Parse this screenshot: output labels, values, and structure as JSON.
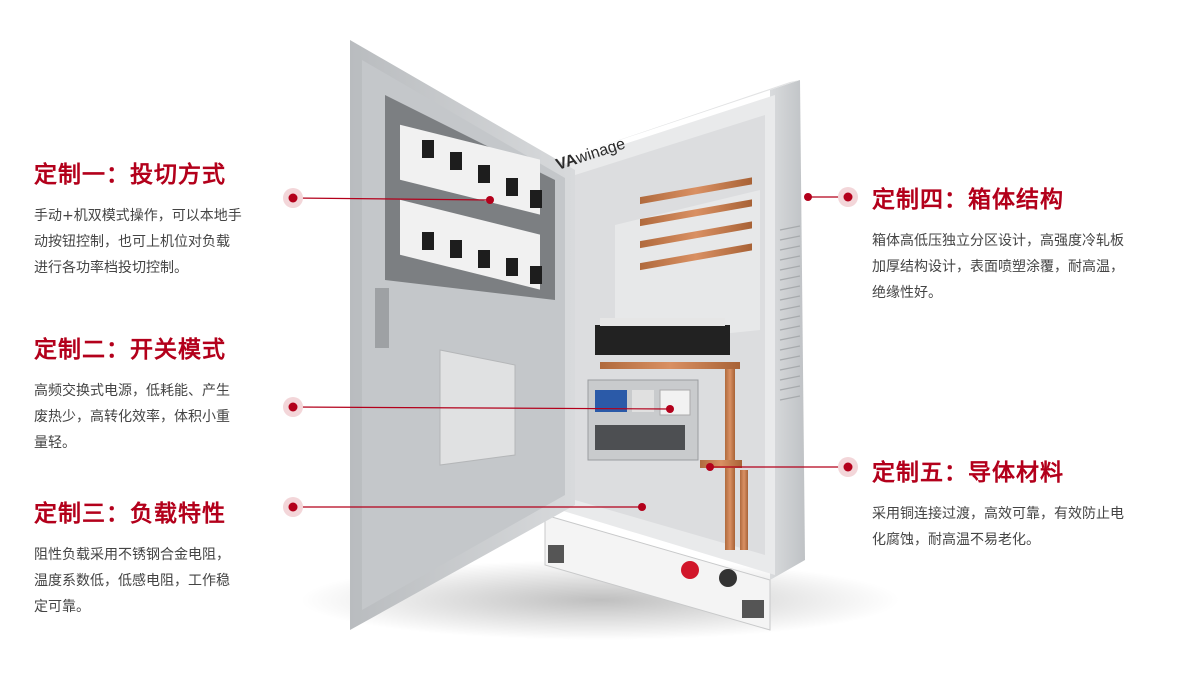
{
  "brand": {
    "logo_text": "winage",
    "logo_mark": "VA"
  },
  "features": [
    {
      "title": "定制一：投切方式",
      "desc_lines": [
        "手动+机双模式操作，可以本地手",
        "动按钮控制，也可上机位对负载",
        "进行各功率档投切控制。"
      ]
    },
    {
      "title": "定制二：开关模式",
      "desc_lines": [
        "高频交换式电源，低耗能、产生",
        "废热少，高转化效率，体积小重",
        "量轻。"
      ]
    },
    {
      "title": "定制三：负载特性",
      "desc_lines": [
        "阻性负载采用不锈钢合金电阻，",
        "温度系数低，低感电阻，工作稳",
        "定可靠。"
      ]
    },
    {
      "title": "定制四：箱体结构",
      "desc_lines": [
        "箱体高低压独立分区设计，高强度冷轧板",
        "加厚结构设计，表面喷塑涂覆，耐高温，",
        "绝缘性好。"
      ]
    },
    {
      "title": "定制五：导体材料",
      "desc_lines": [
        "采用铜连接过渡，高效可靠，有效防止电",
        "化腐蚀，耐高温不易老化。"
      ]
    }
  ],
  "colors": {
    "accent": "#b3001b",
    "text": "#444444",
    "cabinet": "#cfd1d3",
    "copper": "#c87a4a"
  }
}
